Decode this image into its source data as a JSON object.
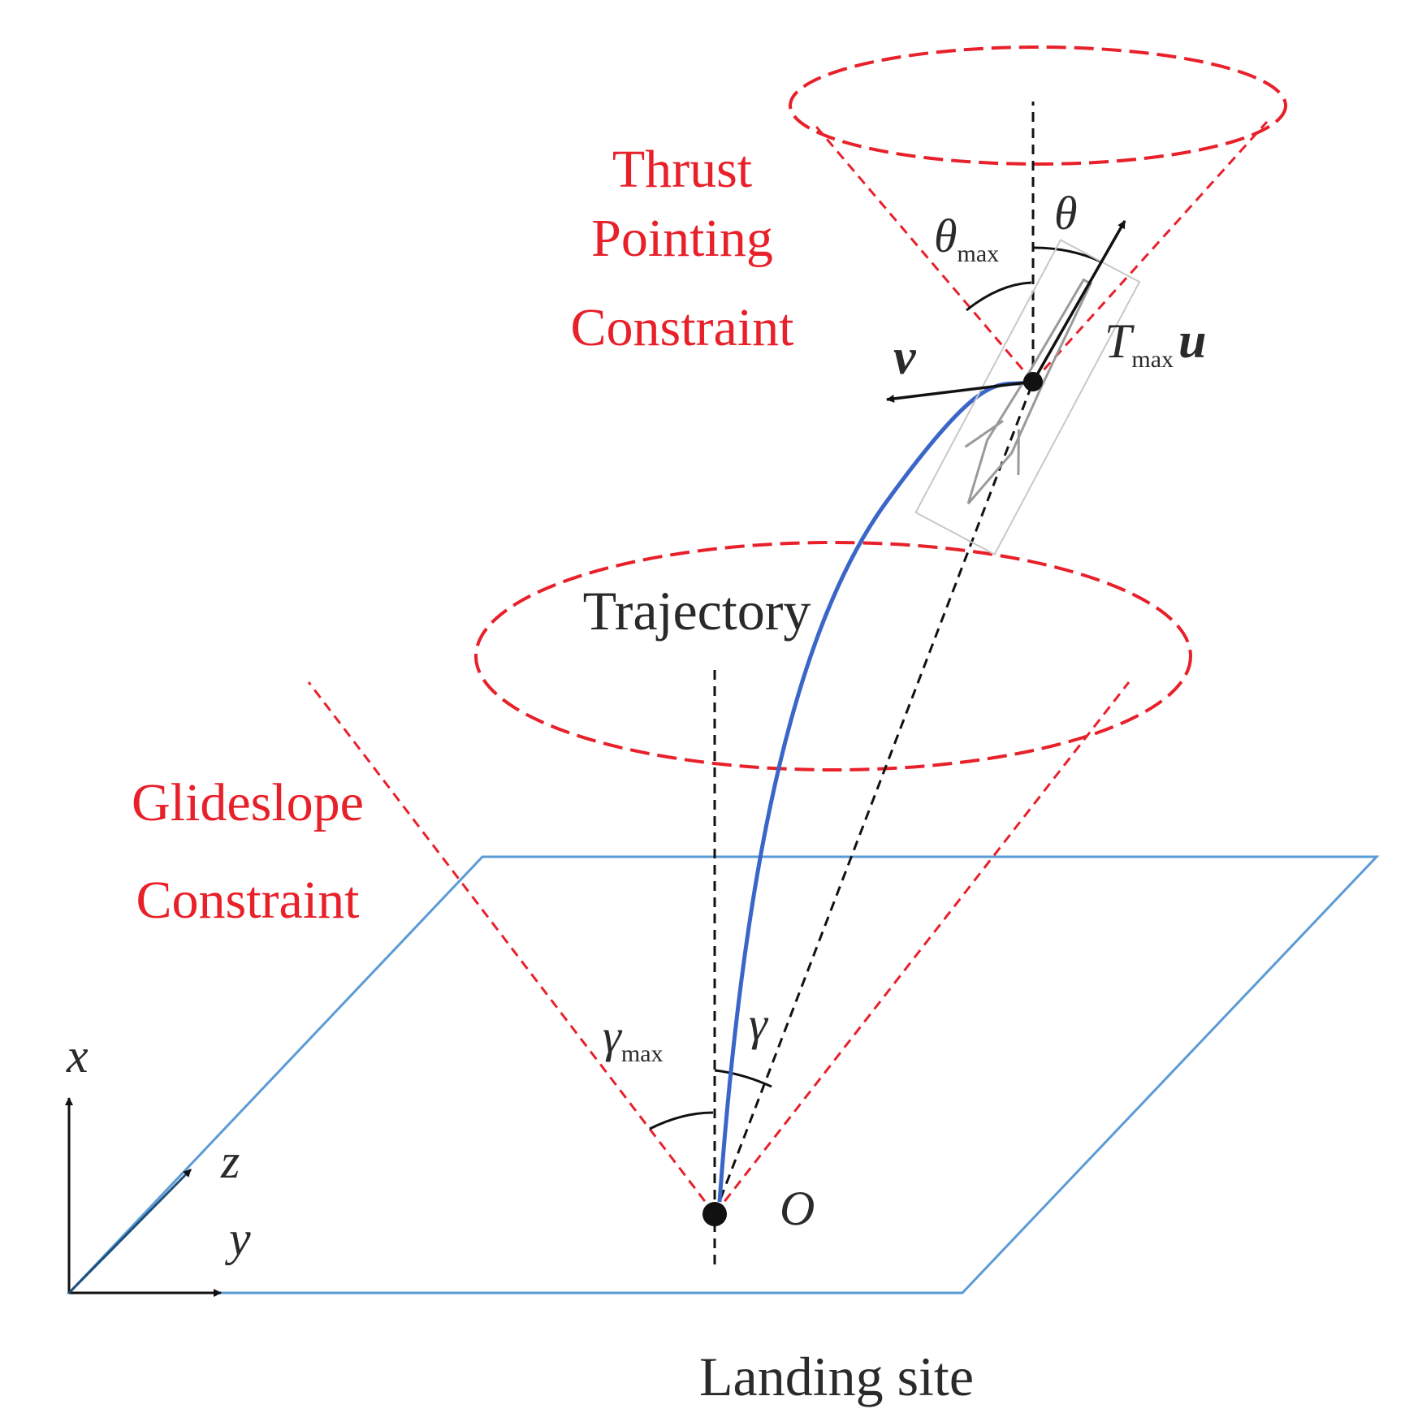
{
  "labels": {
    "thrust_line1": "Thrust",
    "thrust_line2": "Pointing",
    "thrust_line3": "Constraint",
    "glide_line1": "Glideslope",
    "glide_line2": "Constraint",
    "trajectory": "Trajectory",
    "landing_site": "Landing site",
    "origin": "O",
    "theta": "θ",
    "theta_max_sym": "θ",
    "theta_max_sub": "max",
    "gamma": "γ",
    "gamma_max_sym": "γ",
    "gamma_max_sub": "max",
    "velocity": "v",
    "thrust_T": "T",
    "thrust_T_sub": "max",
    "thrust_u": "u",
    "axis_x": "x",
    "axis_y": "y",
    "axis_z": "z"
  },
  "colors": {
    "constraint": "#e8202a",
    "trajectory": "#3a66c8",
    "plane": "#5b9bd5",
    "guide": "#111111",
    "text": "#2a2a2a"
  }
}
